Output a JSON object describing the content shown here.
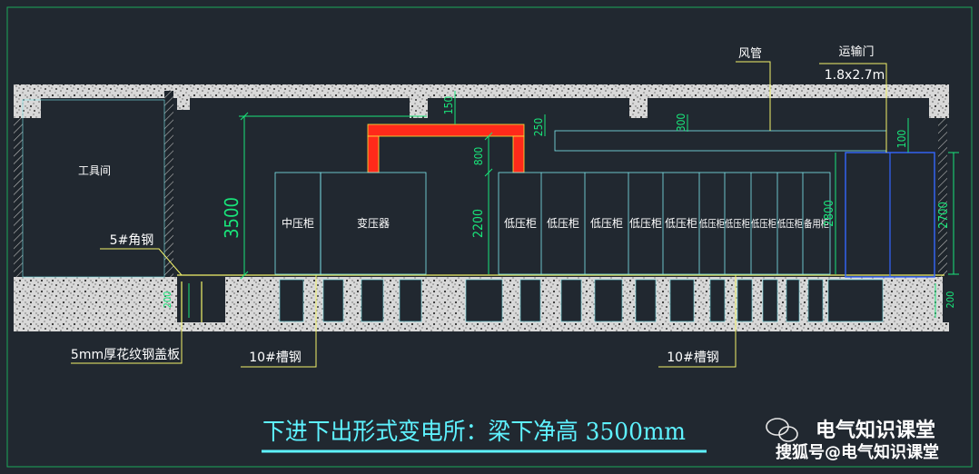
{
  "drawing": {
    "title": "下进下出形式变电所：梁下净高 3500mm",
    "rooms": {
      "tool_room": "工具间"
    },
    "cabinets": {
      "mv": "中压柜",
      "transformer": "变压器",
      "lv": [
        "低压柜",
        "低压柜",
        "低压柜",
        "低压柜",
        "低压柜",
        "低压柜",
        "低压柜",
        "低压柜",
        "低压柜"
      ],
      "spare": "备用柜"
    },
    "callouts": {
      "air_duct": "风管",
      "transport_door": "运输门",
      "door_size": "1.8x2.7m",
      "angle_steel": "5#角钢",
      "cover_plate": "5mm厚花纹钢盖板",
      "channel_left": "10#槽钢",
      "channel_right": "10#槽钢"
    },
    "dimensions": {
      "clear_height": "3500",
      "cabinet_height": "2200",
      "duct_gap": "800",
      "beam_150": "150",
      "beam_250": "250",
      "duct_300": "300",
      "door_100": "100",
      "cab_2800": "2800",
      "door_2700": "2700",
      "trench_left": "200",
      "trench_right": "200"
    },
    "watermark": {
      "wechat": "电气知识课堂",
      "sohu": "搜狐号@电气知识课堂"
    }
  }
}
